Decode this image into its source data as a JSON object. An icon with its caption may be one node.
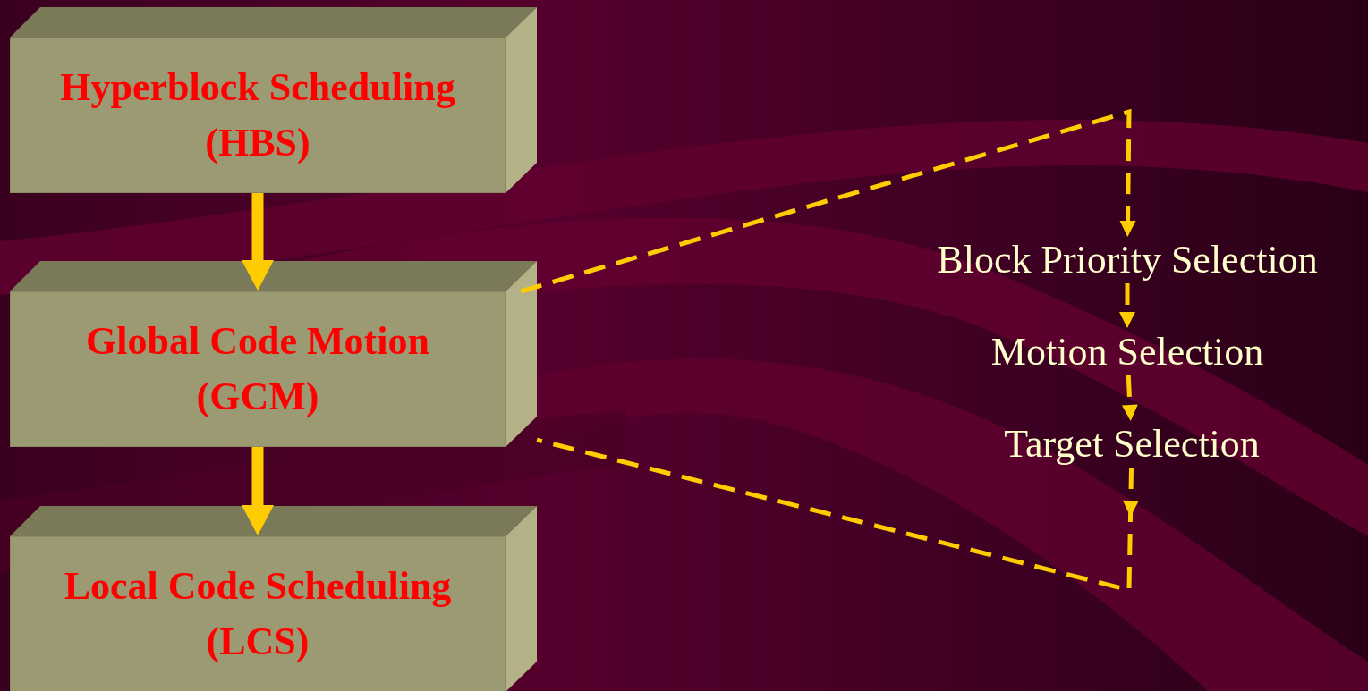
{
  "diagram": {
    "nodes": [
      {
        "text": [
          "Hyperblock Scheduling",
          "(HBS)"
        ]
      },
      {
        "text": [
          "Global Code Motion",
          "(GCM)"
        ]
      },
      {
        "text": [
          "Local Code Scheduling",
          "(LCS)"
        ]
      },
      {
        "text": [
          "Block Priority Selection"
        ]
      },
      {
        "text": [
          "Motion Selection"
        ]
      },
      {
        "text": [
          "Target Selection"
        ]
      }
    ],
    "edges": [
      {
        "from": 0,
        "to": 1,
        "arrow": "to",
        "style": "thick"
      },
      {
        "from": 1,
        "to": 2,
        "arrow": "to",
        "style": "thick"
      },
      {
        "from": 1,
        "to": 3,
        "arrow": "to",
        "style": "dashed"
      },
      {
        "from": 3,
        "to": 4,
        "arrow": "to",
        "style": "dashed"
      },
      {
        "from": 4,
        "to": 5,
        "arrow": "to",
        "style": "dashed"
      },
      {
        "from": 5,
        "to": 1,
        "arrow": "to",
        "style": "dashed"
      }
    ]
  }
}
